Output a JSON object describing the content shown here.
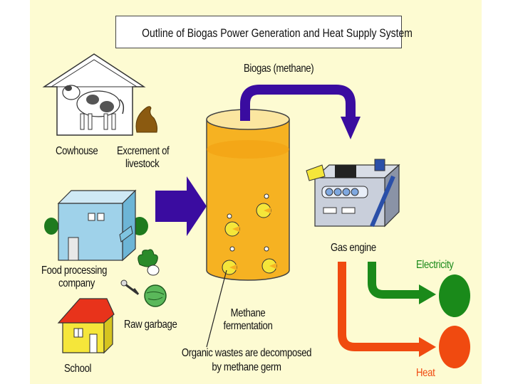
{
  "title": "Outline of Biogas Power Generation and Heat Supply System",
  "labels": {
    "biogas": "Biogas (methane)",
    "cowhouse": "Cowhouse",
    "excrement_line1": "Excrement of",
    "excrement_line2": "livestock",
    "food_line1": "Food processing",
    "food_line2": "company",
    "raw_garbage": "Raw garbage",
    "school": "School",
    "methane_line1": "Methane",
    "methane_line2": "fermentation",
    "organic_line1": "Organic wastes are decomposed",
    "organic_line2": "by methane germ",
    "gas_engine": "Gas engine",
    "electricity": "Electricity",
    "heat": "Heat"
  },
  "colors": {
    "arrow_purple": "#3a0ca0",
    "tank_orange": "#f6b222",
    "electricity_green": "#1a8a1a",
    "heat_orange": "#f04a10",
    "building_blue": "#9fd2ea",
    "school_red": "#e8331b",
    "school_yellow": "#f5e63a",
    "background": "#fdfbd2"
  }
}
